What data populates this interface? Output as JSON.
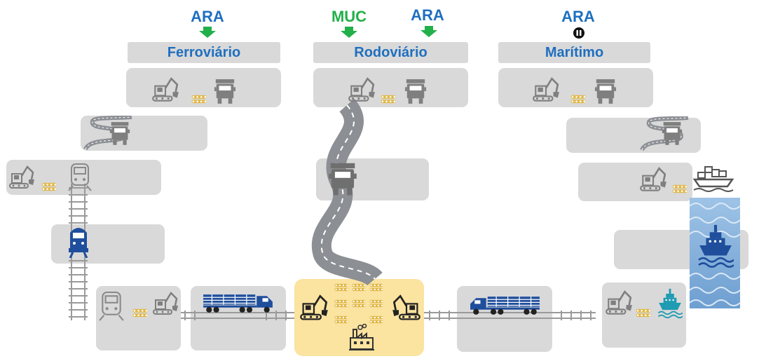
{
  "modes": [
    {
      "id": "ferroviario",
      "label": "Ferroviário",
      "tags": [
        {
          "text": "ARA",
          "color": "#1f6fbf",
          "marker": "arrow-down"
        }
      ]
    },
    {
      "id": "rodoviario",
      "label": "Rodoviário",
      "tags": [
        {
          "text": "MUC",
          "color": "#22b04b",
          "marker": "arrow-down"
        },
        {
          "text": "ARA",
          "color": "#1f6fbf",
          "marker": "arrow-down"
        }
      ]
    },
    {
      "id": "maritimo",
      "label": "Marítimo",
      "tags": [
        {
          "text": "ARA",
          "color": "#1f6fbf",
          "marker": "pause-icon"
        }
      ]
    }
  ],
  "colors": {
    "arrow": "#22b04b",
    "header_text": "#1f6fbf",
    "box": "#d9d9d9",
    "factory": "#fbe3a0",
    "icon_gray": "#7f7f7f",
    "icon_blue": "#1f4e9c",
    "logs": "#e0b84a",
    "ship_teal": "#1f9bb3"
  }
}
